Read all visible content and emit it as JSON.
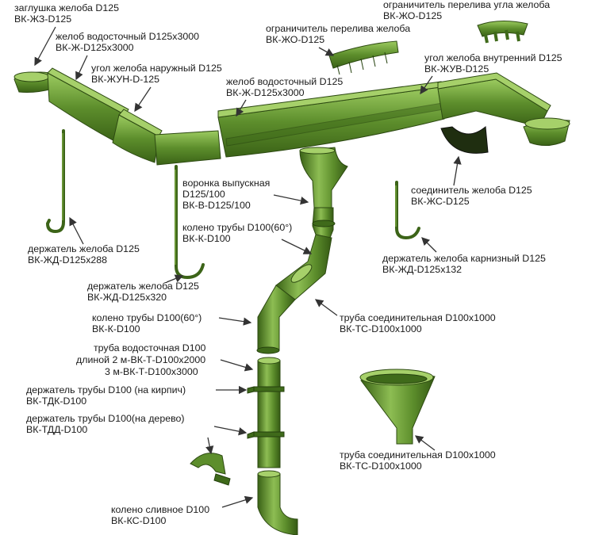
{
  "labels": {
    "end_cap": [
      "заглушка желоба D125",
      "ВК-ЖЗ-D125"
    ],
    "gutter_left": [
      "желоб водосточный D125х3000",
      "ВК-Ж-D125х3000"
    ],
    "outer_corner": [
      "угол желоба наружный D125",
      "ВК-ЖУН-D-125"
    ],
    "overflow_limiter": [
      "ограничитель перелива желоба",
      "ВК-ЖО-D125"
    ],
    "corner_overflow_limiter": [
      "ограничитель перелива угла желоба",
      "ВК-ЖО-D125"
    ],
    "inner_corner": [
      "угол желоба внутренний D125",
      "ВК-ЖУВ-D125"
    ],
    "gutter_center": [
      "желоб водосточный D125",
      "ВК-Ж-D125х3000"
    ],
    "funnel": [
      "воронка выпускная",
      "D125/100",
      "ВК-В-D125/100"
    ],
    "elbow_top": [
      "колено трубы D100(60°)",
      "ВК-К-D100"
    ],
    "gutter_connector": [
      "соединитель желоба D125",
      "ВК-ЖС-D125"
    ],
    "holder_288": [
      "держатель желоба D125",
      "ВК-ЖД-D125х288"
    ],
    "eaves_holder": [
      "держатель желоба карнизный  D125",
      "ВК-ЖД-D125х132"
    ],
    "holder_320": [
      "держатель желоба D125",
      "ВК-ЖД-D125х320"
    ],
    "pipe_connector_1": [
      "труба соединительная D100х1000",
      "ВК-ТС-D100х1000"
    ],
    "elbow_lower": [
      "колено трубы D100(60°)",
      "ВК-К-D100"
    ],
    "downpipe": [
      "труба водосточная D100",
      "длиной 2 м-ВК-Т-D100х2000",
      "3 м-ВК-Т-D100х3000"
    ],
    "pipe_holder_brick": [
      "держатель трубы D100 (на кирпич)",
      "ВК-ТДК-D100"
    ],
    "pipe_holder_wood": [
      "держатель трубы D100(на дерево)",
      "ВК-ТДД-D100"
    ],
    "pipe_connector_2": [
      "труба соединительная D100х1000",
      "ВК-ТС-D100х1000"
    ],
    "drain_elbow": [
      "колено сливное D100",
      "ВК-КС-D100"
    ]
  },
  "colors": {
    "green_main": "#5a8a2a",
    "green_dark": "#3f6a1a",
    "green_light": "#8fbf55"
  }
}
